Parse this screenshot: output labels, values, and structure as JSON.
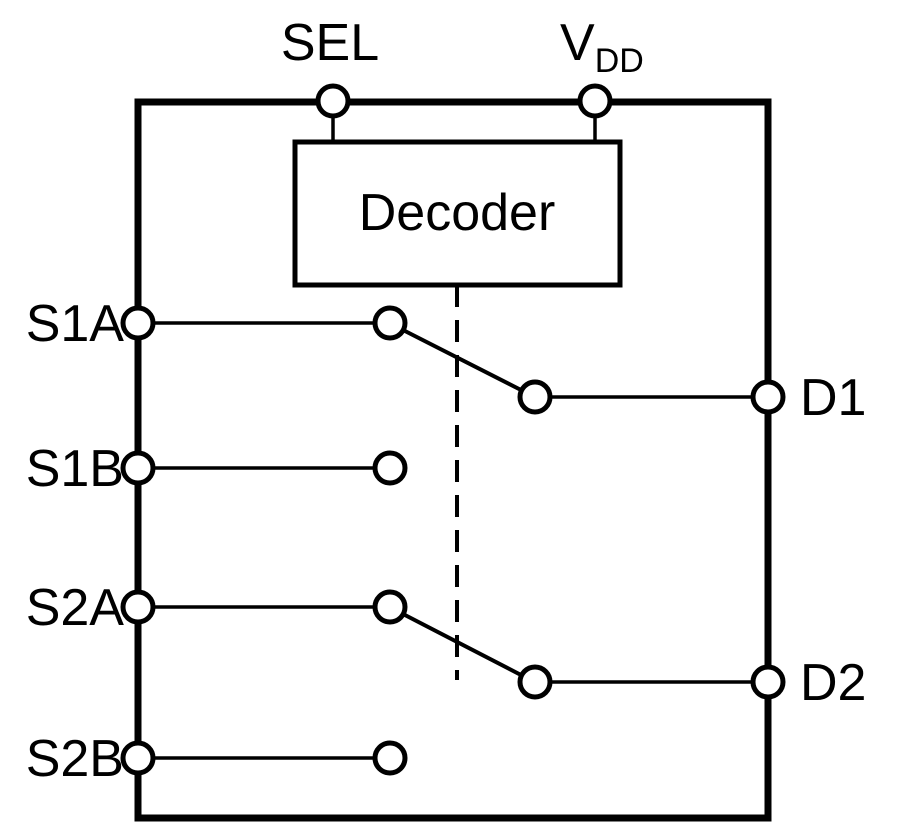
{
  "diagram": {
    "labels": {
      "sel": "SEL",
      "vdd_main": "V",
      "vdd_sub": "DD",
      "decoder": "Decoder",
      "s1a": "S1A",
      "s1b": "S1B",
      "s2a": "S2A",
      "s2b": "S2B",
      "d1": "D1",
      "d2": "D2"
    },
    "colors": {
      "line": "#000000",
      "background": "#ffffff"
    }
  }
}
